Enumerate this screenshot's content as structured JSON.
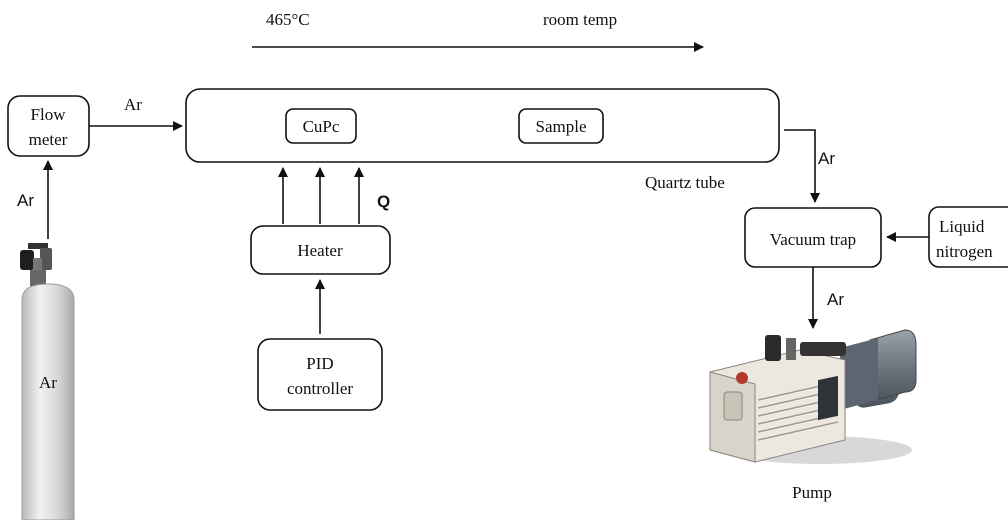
{
  "diagram": {
    "temp_hot": "465°C",
    "temp_room": "room temp",
    "flow_meter": [
      "Flow",
      "meter"
    ],
    "gas_label_top": "Ar",
    "gas_label_left": "Ar",
    "cylinder_label": "Ar",
    "cupc_label": "CuPc",
    "sample_label": "Sample",
    "quartz_tube_label": "Quartz tube",
    "heat_label": "Q",
    "heater_label": "Heater",
    "pid_controller": [
      "PID",
      "controller"
    ],
    "ar_to_trap": "Ar",
    "vacuum_trap_label": "Vacuum trap",
    "liquid_nitrogen": [
      "Liquid",
      "nitrogen"
    ],
    "ar_to_pump": "Ar",
    "pump_label": "Pump"
  },
  "colors": {
    "line": "#111111",
    "cylinder_body": "#d9d9d9",
    "pump_body": "#e8e4dc",
    "motor_body": "#7f8790"
  }
}
